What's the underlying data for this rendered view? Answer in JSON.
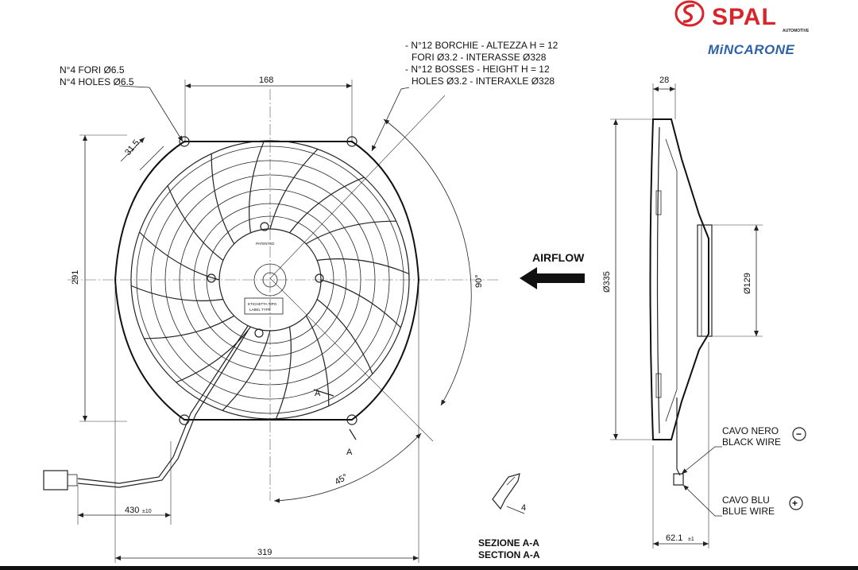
{
  "brand": {
    "name": "SPAL",
    "subtitle": "AUTOMOTIVE",
    "partner": "MiNCARONE",
    "colors": {
      "spal_red": "#d8252b",
      "mincarone_blue": "#2f62a6"
    },
    "icon": "spal-swirl-logo"
  },
  "notes": {
    "holes_it": "N°4 FORI Ø6.5",
    "holes_en": "N°4 HOLES Ø6.5",
    "bosses_it_1": "- N°12 BORCHIE - ALTEZZA H = 12",
    "bosses_it_2": "FORI Ø3.2 - INTERASSE Ø328",
    "bosses_en_1": "- N°12 BOSSES - HEIGHT H = 12",
    "bosses_en_2": "HOLES Ø3.2 - INTERAXLE Ø328"
  },
  "dimensions": {
    "top_width": "168",
    "height_left": "291",
    "offset": "31.5",
    "angle_90": "90°",
    "angle_45": "45°",
    "wire_length": "430",
    "wire_tol": "±10",
    "overall_width": "319",
    "depth_top": "28",
    "diameter": "Ø335",
    "motor_diameter": "Ø129",
    "depth_bottom": "62.1",
    "depth_tol": "±1",
    "clip_width": "4",
    "section_mark": "A"
  },
  "airflow": {
    "label": "AIRFLOW",
    "icon": "arrow-left-icon"
  },
  "section": {
    "it": "SEZIONE A-A",
    "en": "SECTION A-A"
  },
  "wires": {
    "black_it": "CAVO NERO",
    "black_en": "BLACK WIRE",
    "black_polarity": "−",
    "blue_it": "CAVO BLU",
    "blue_en": "BLUE WIRE",
    "blue_polarity": "+"
  },
  "fan_labels": {
    "patented": "PATENTED",
    "label_it": "ETICHETTA TIPO",
    "label_en": "LABEL TYPE"
  }
}
